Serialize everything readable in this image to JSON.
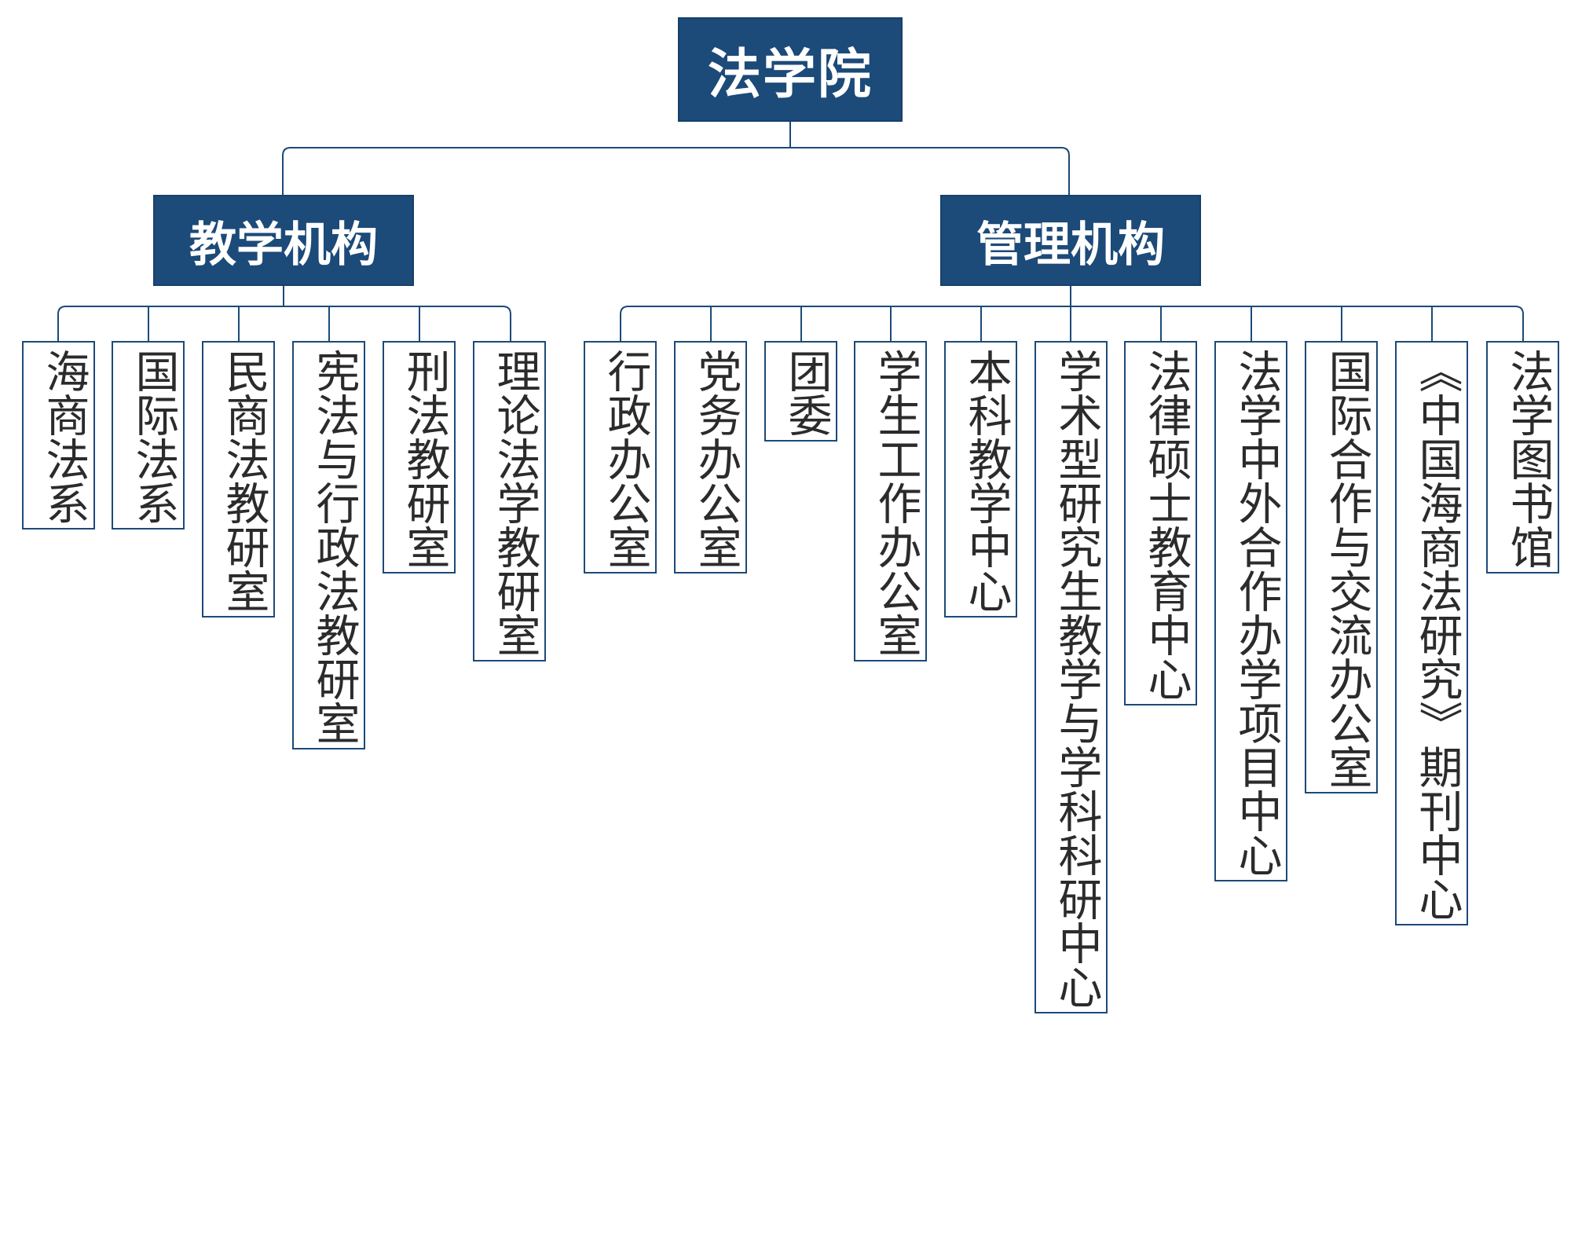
{
  "root": {
    "label": "法学院"
  },
  "branches": [
    {
      "label": "教学机构",
      "units": [
        "海商法系",
        "国际法系",
        "民商法教研室",
        "宪法与行政法教研室",
        "刑法教研室",
        "理论法学教研室"
      ]
    },
    {
      "label": "管理机构",
      "units": [
        "行政办公室",
        "党务办公室",
        "团委",
        "学生工作办公室",
        "本科教学中心",
        "学术型研究生教学与学科科研中心",
        "法律硕士教育中心",
        "法学中外合作办学项目中心",
        "国际合作与交流办公室",
        "《中国海商法研究》期刊中心",
        "法学图书馆"
      ]
    }
  ],
  "colors": {
    "node_fill": "#1c4a79",
    "line": "#1c4a79",
    "leaf_text": "#2b2b2b"
  }
}
